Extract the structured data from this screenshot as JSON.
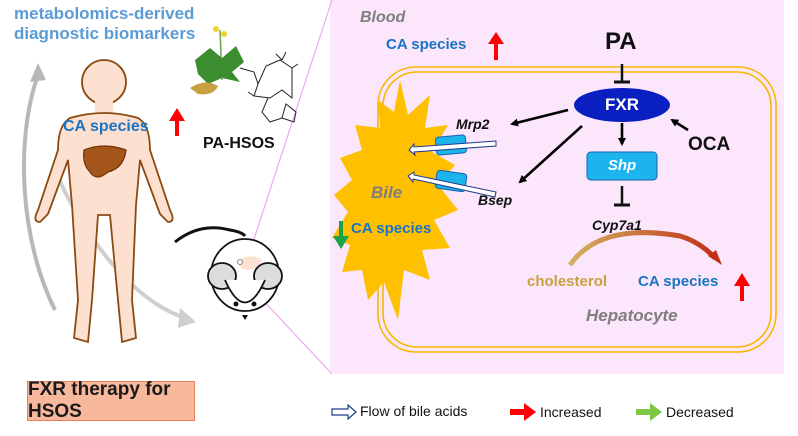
{
  "left_panel": {
    "biomarkers_title_line1": "metabolomics-derived",
    "biomarkers_title_line2": "diagnostic biomarkers",
    "human_label": "CA species",
    "model_label": "PA-HSOS"
  },
  "right_panel": {
    "blood_label": "Blood",
    "blood_ca_label": "CA species",
    "pa_label": "PA",
    "fxr_label": "FXR",
    "oca_label": "OCA",
    "shp_label": "Shp",
    "mrp2_label": "Mrp2",
    "bsep_label": "Bsep",
    "bile_label": "Bile",
    "bile_ca_label": "CA species",
    "cyp_label": "Cyp7a1",
    "cholesterol_label": "cholesterol",
    "hepatocyte_ca_label": "CA species",
    "hepatocyte_label": "Hepatocyte"
  },
  "footer": {
    "therapy_title": "FXR therapy for HSOS",
    "legend": [
      {
        "icon": "hollow-arrow",
        "label": "Flow of bile acids"
      },
      {
        "icon": "red-arrow",
        "label": "Increased"
      },
      {
        "icon": "green-arrow",
        "label": "Decreased"
      }
    ]
  },
  "colors": {
    "ca_blue": "#1a74c4",
    "biomarker_blue": "#5b9bd5",
    "increase_red": "#ff0000",
    "decrease_green": "#1aa34a",
    "legend_green": "#7cc843",
    "fxr_navy": "#0a1fc0",
    "shp_cyan": "#1cb4ec",
    "bile_yellow": "#ffc000",
    "membrane_orange": "#f5b800",
    "cholesterol_gold": "#c8a040",
    "label_gray": "#7f7f7f",
    "panel_pink": "#fbe6fb"
  }
}
